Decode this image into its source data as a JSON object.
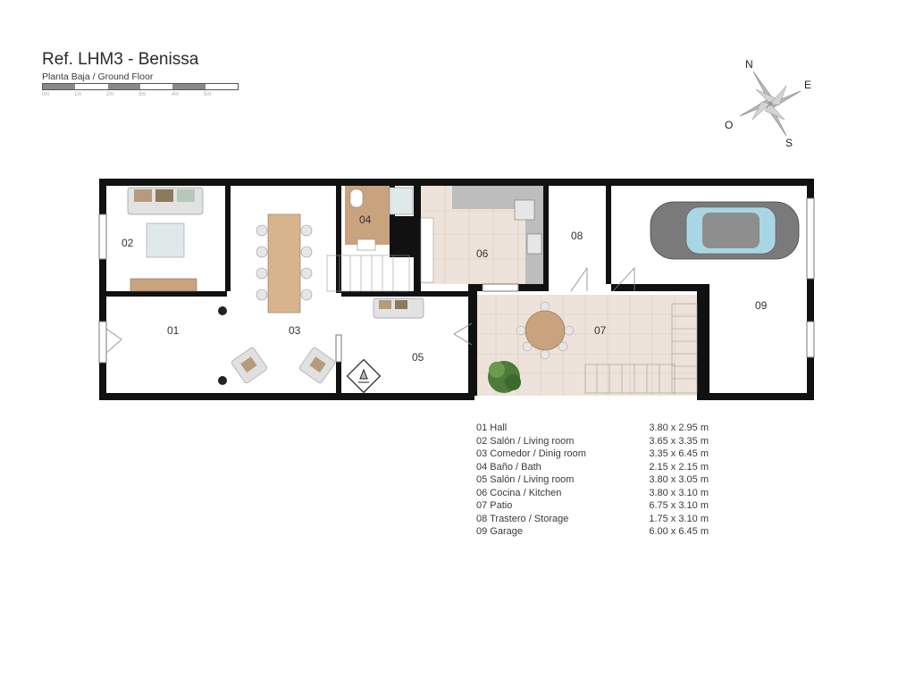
{
  "header": {
    "title": "Ref. LHM3 - Benissa",
    "subtitle": "Planta Baja / Ground Floor"
  },
  "scale": {
    "labels": [
      "0m",
      "1m",
      "2m",
      "3m",
      "4m",
      "5m"
    ]
  },
  "compass": {
    "north": "N",
    "east": "E",
    "south": "S",
    "west": "O"
  },
  "rooms": {
    "r01": "01",
    "r02": "02",
    "r03": "03",
    "r04": "04",
    "r05": "05",
    "r06": "06",
    "r07": "07",
    "r08": "08",
    "r09": "09"
  },
  "legend": [
    {
      "name": "01 Hall",
      "size": "3.80 x 2.95 m"
    },
    {
      "name": "02 Salón / Living room",
      "size": "3.65 x 3.35 m"
    },
    {
      "name": "03 Comedor / Dinig room",
      "size": "3.35 x 6.45 m"
    },
    {
      "name": "04 Baño / Bath",
      "size": "2.15 x 2.15 m"
    },
    {
      "name": "05 Salón / Living room",
      "size": "3.80 x 3.05 m"
    },
    {
      "name": "06 Cocina / Kitchen",
      "size": "3.80 x 3.10 m"
    },
    {
      "name": "07 Patio",
      "size": "6.75 x 3.10 m"
    },
    {
      "name": "08 Trastero / Storage",
      "size": "1.75 x 3.10 m"
    },
    {
      "name": "09 Garage",
      "size": "6.00 x 6.45 m"
    }
  ],
  "colors": {
    "wall": "#111111",
    "tile": "#e8dcd2",
    "wood": "#c9a27e",
    "sofa": "#d6d6d6",
    "cushion": "#b59b7a",
    "car": "#7a7a7a",
    "glass": "#a9d6e5",
    "plant": "#4e7a3a"
  }
}
